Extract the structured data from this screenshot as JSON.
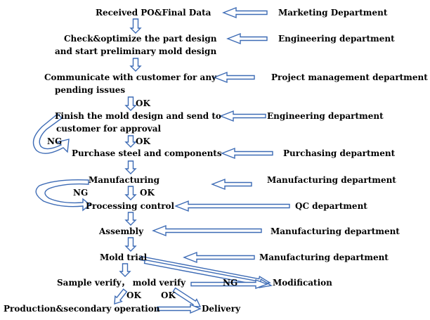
{
  "colors": {
    "arrow_fill": "#ffffff",
    "arrow_stroke": "#3d6bb5",
    "text": "#000000"
  },
  "steps": {
    "received": "Received PO&Final Data",
    "check_1": "Check&optimize the part design",
    "check_2": "and start preliminary mold design",
    "communicate_1": "Communicate with customer for any",
    "communicate_2": "pending issues",
    "finish_1": "Finish the mold design and send to",
    "finish_2": "customer for approval",
    "purchase": "Purchase steel and components",
    "manufacturing": "Manufacturing",
    "processing": "Processing control",
    "assembly": "Assembly",
    "trial": "Mold trial",
    "sample": "Sample verify， mold verify",
    "production": "Production&secondary operation",
    "delivery": "Delivery",
    "modification": "Modification"
  },
  "departments": {
    "marketing": "Marketing Department",
    "engineering_1": "Engineering department",
    "project": "Project management department",
    "engineering_2": "Engineering department",
    "purchasing": "Purchasing department",
    "manufacturing_1": "Manufacturing department",
    "qc": "QC department",
    "manufacturing_2": "Manufacturing department",
    "manufacturing_3": "Manufacturing department"
  },
  "tags": {
    "ok_1": "OK",
    "ok_2": "OK",
    "ng_1": "NG",
    "ok_3": "OK",
    "ng_2": "NG",
    "ng_3": "NG",
    "ok_4": "OK",
    "ok_5": "OK"
  }
}
